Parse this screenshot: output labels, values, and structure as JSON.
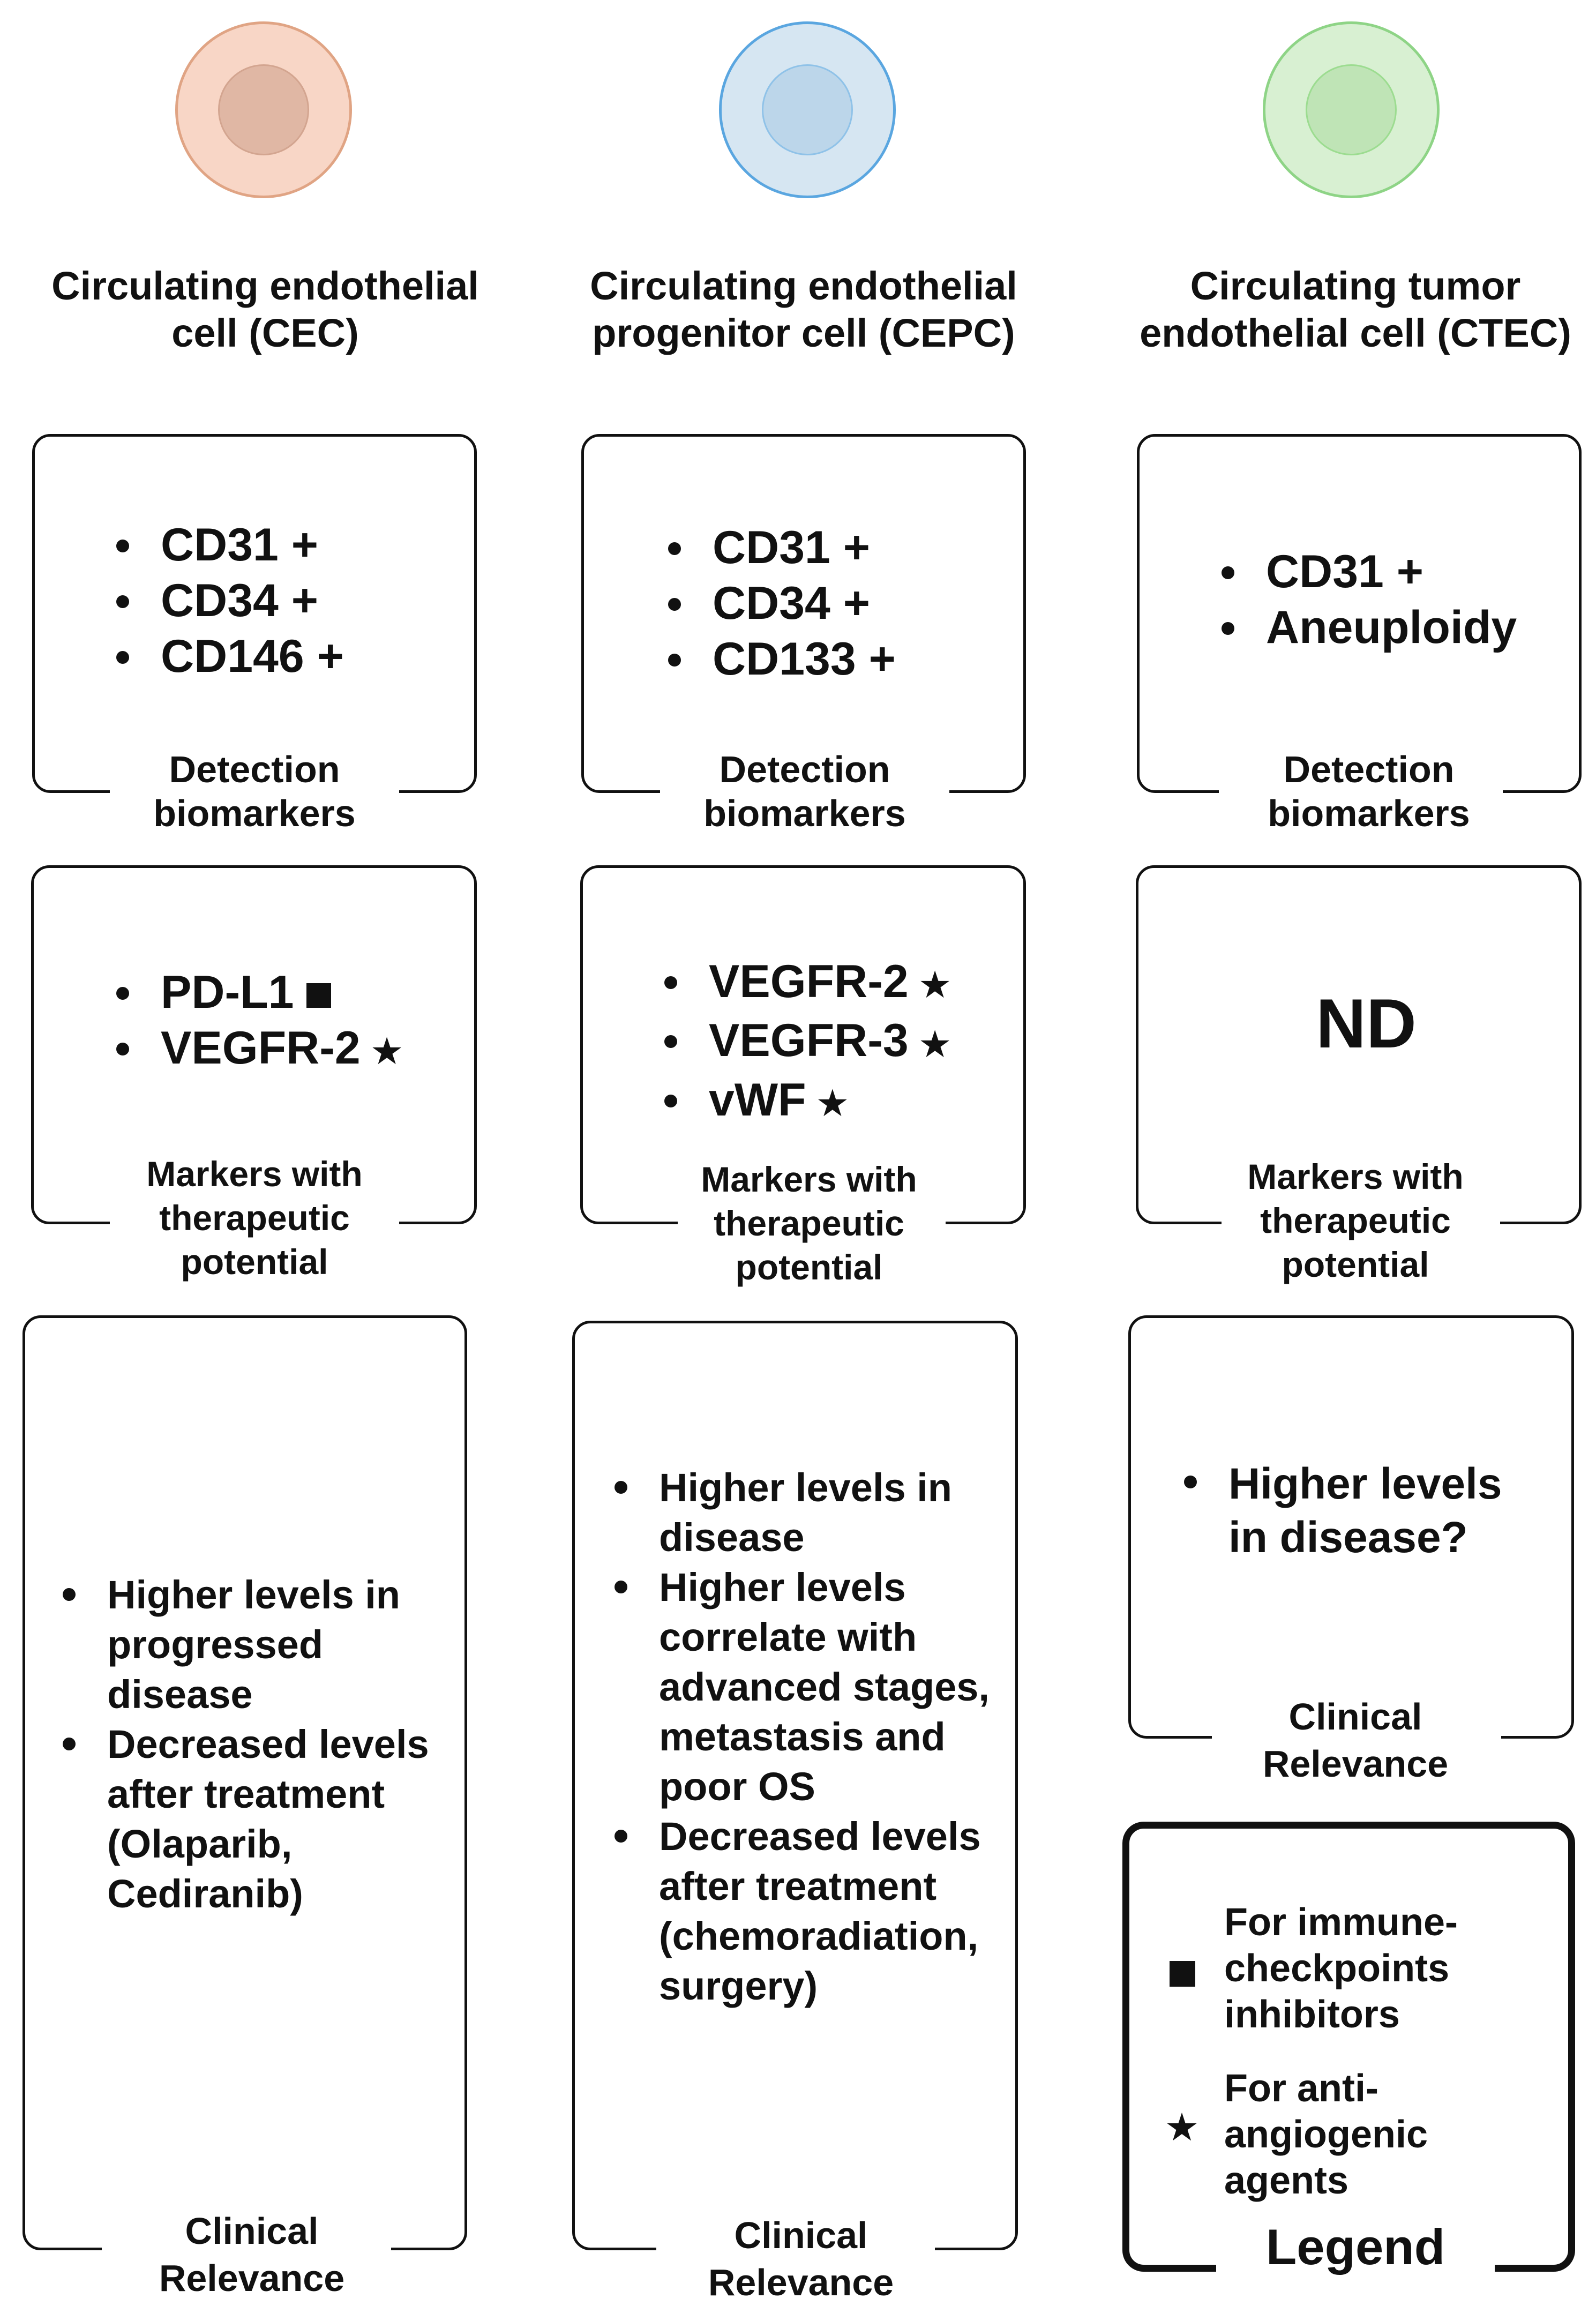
{
  "colors": {
    "cec": {
      "fill": "#f8d6c6",
      "stroke": "#e0a484",
      "nucleus": "#e0b7a4"
    },
    "cepc": {
      "fill": "#d6e6f2",
      "stroke": "#5aa6e0",
      "nucleus": "#bcd6ea"
    },
    "ctec": {
      "fill": "#d8f0d2",
      "stroke": "#8ed486",
      "nucleus": "#bfe4b6"
    }
  },
  "columns": [
    {
      "title": "Circulating endothelial cell (CEC)",
      "detection": {
        "items": [
          "CD31 +",
          "CD34 +",
          "CD146 +"
        ],
        "label": "Detection biomarkers"
      },
      "therapeutic": {
        "items": [
          {
            "text": "PD-L1",
            "symbol": "square-icon"
          },
          {
            "text": "VEGFR-2",
            "symbol": "star-icon"
          }
        ],
        "label": "Markers with therapeutic potential"
      },
      "clinical": {
        "items": [
          "Higher levels in progressed disease",
          "Decreased levels after treatment (Olaparib, Cediranib)"
        ],
        "label": "Clinical Relevance"
      }
    },
    {
      "title": "Circulating endothelial progenitor cell (CEPC)",
      "detection": {
        "items": [
          "CD31 +",
          "CD34 +",
          "CD133 +"
        ],
        "label": "Detection biomarkers"
      },
      "therapeutic": {
        "items": [
          {
            "text": "VEGFR-2",
            "symbol": "star-icon"
          },
          {
            "text": "VEGFR-3",
            "symbol": "star-icon"
          },
          {
            "text": "vWF",
            "symbol": "star-icon"
          }
        ],
        "label": "Markers with therapeutic potential"
      },
      "clinical": {
        "items": [
          "Higher levels in disease",
          "Higher levels correlate with advanced stages, metastasis and poor OS",
          "Decreased levels after treatment (chemoradiation, surgery)"
        ],
        "label": "Clinical Relevance"
      }
    },
    {
      "title": "Circulating tumor endothelial cell (CTEC)",
      "detection": {
        "items": [
          "CD31 +",
          "Aneuploidy"
        ],
        "label": "Detection biomarkers"
      },
      "therapeutic": {
        "nd": "ND",
        "label": "Markers with therapeutic potential"
      },
      "clinical": {
        "items": [
          "Higher levels in disease?"
        ],
        "label": "Clinical Relevance"
      }
    }
  ],
  "legend": {
    "title": "Legend",
    "entries": [
      {
        "symbol": "square-icon",
        "text": "For immune-checkpoints inhibitors"
      },
      {
        "symbol": "star-icon",
        "text": "For anti-angiogenic agents"
      }
    ]
  }
}
